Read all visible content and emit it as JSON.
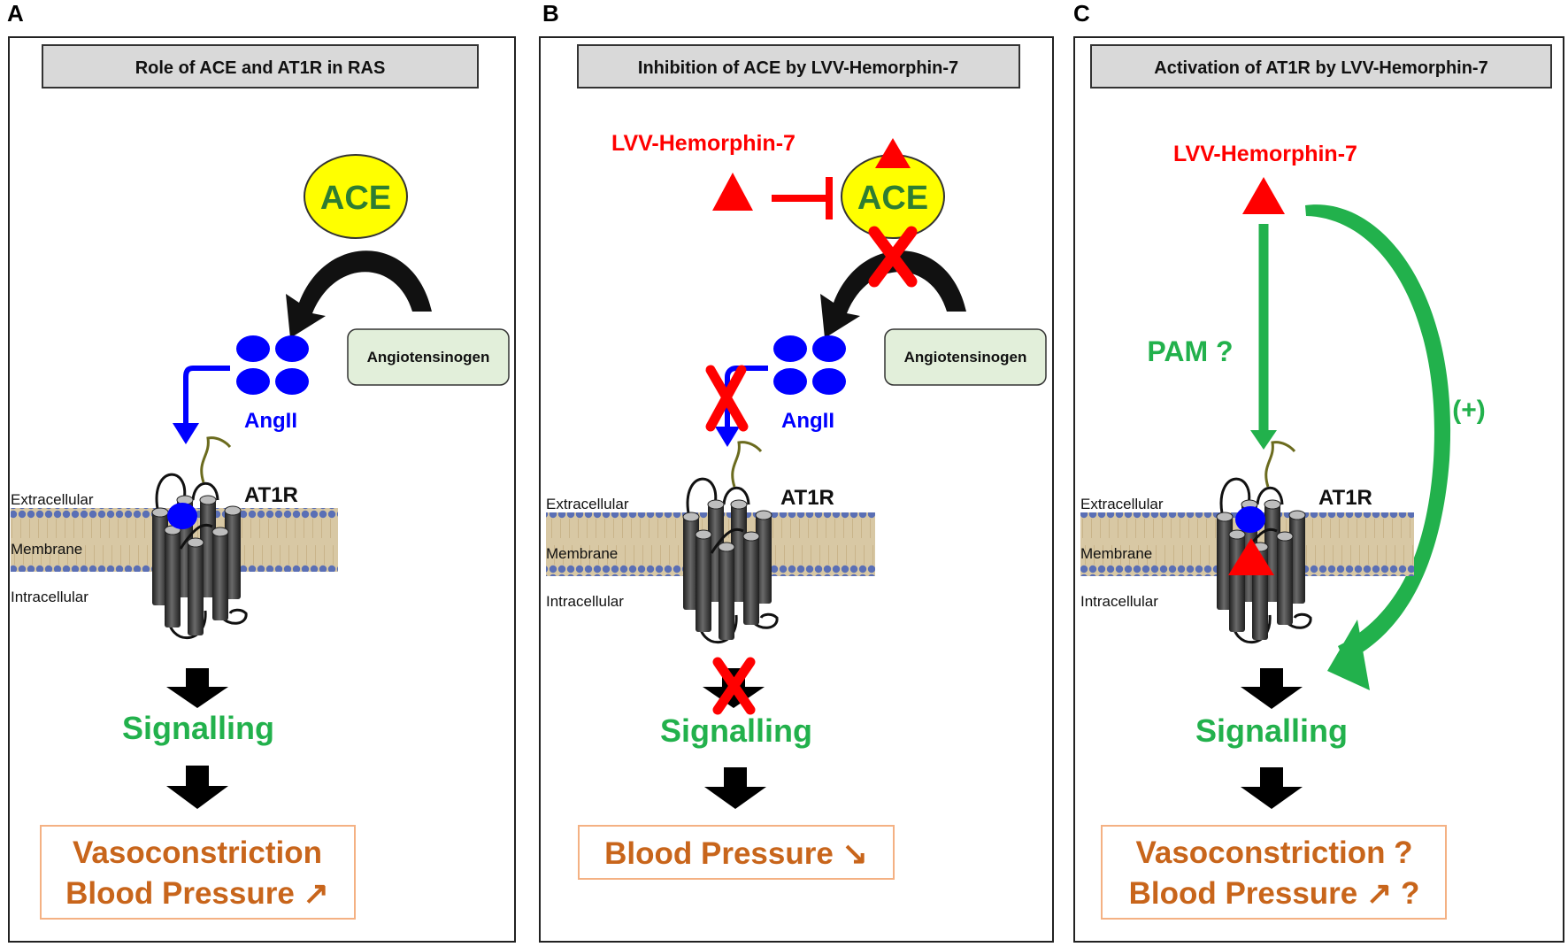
{
  "panels": [
    {
      "letter": "A",
      "title": "Role of ACE and AT1R in RAS",
      "ace": "ACE",
      "substrate": "Angiotensinogen",
      "product": "AngII",
      "receptor": "AT1R",
      "membrane_labels": [
        "Extracellular",
        "Membrane",
        "Intracellular"
      ],
      "signalling": "Signalling",
      "outcome_lines": [
        "Vasoconstriction",
        "Blood Pressure ↗"
      ]
    },
    {
      "letter": "B",
      "title": "Inhibition of ACE by LVV-Hemorphin-7",
      "ligand": "LVV-Hemorphin-7",
      "ace": "ACE",
      "substrate": "Angiotensinogen",
      "product": "AngII",
      "receptor": "AT1R",
      "membrane_labels": [
        "Extracellular",
        "Membrane",
        "Intracellular"
      ],
      "signalling": "Signalling",
      "outcome_lines": [
        "Blood Pressure ↘"
      ]
    },
    {
      "letter": "C",
      "title": "Activation of AT1R by LVV-Hemorphin-7",
      "ligand": "LVV-Hemorphin-7",
      "pam": "PAM ?",
      "plus": "(+)",
      "receptor": "AT1R",
      "membrane_labels": [
        "Extracellular",
        "Membrane",
        "Intracellular"
      ],
      "signalling": "Signalling",
      "outcome_lines": [
        "Vasoconstriction ?",
        "Blood Pressure ↗ ?"
      ]
    }
  ],
  "colors": {
    "ace_fill": "#ffff00",
    "ace_text": "#2e7d32",
    "angII": "#0000ff",
    "inhibitor": "#ff0000",
    "signalling_green": "#22b14c",
    "outcome_orange": "#c8651b",
    "title_box_fill": "#d9d9d9",
    "substrate_box_fill": "#e2efda",
    "receptor_gray": "#3a3a3a"
  }
}
